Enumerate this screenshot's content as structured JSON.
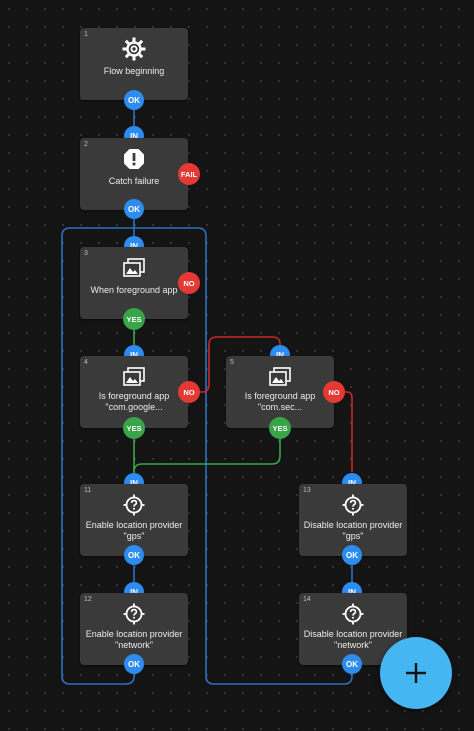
{
  "blocks": [
    {
      "num": "1",
      "label": "Flow beginning",
      "icon": "gear-icon"
    },
    {
      "num": "2",
      "label": "Catch failure",
      "icon": "alert-icon"
    },
    {
      "num": "3",
      "label": "When foreground app",
      "icon": "app-window-icon"
    },
    {
      "num": "4",
      "label": "Is foreground app \"com.google...",
      "icon": "app-window-icon"
    },
    {
      "num": "5",
      "label": "Is foreground app \"com.sec...",
      "icon": "app-window-icon"
    },
    {
      "num": "11",
      "label": "Enable location provider \"gps\"",
      "icon": "location-help-icon"
    },
    {
      "num": "12",
      "label": "Enable location provider \"network\"",
      "icon": "location-help-icon"
    },
    {
      "num": "13",
      "label": "Disable location provider \"gps\"",
      "icon": "location-help-icon"
    },
    {
      "num": "14",
      "label": "Disable location provider \"network\"",
      "icon": "location-help-icon"
    }
  ],
  "ports": {
    "in": "IN",
    "ok": "OK",
    "yes": "YES",
    "no": "NO",
    "fail": "FAIL"
  },
  "fab": {
    "icon": "plus-icon"
  },
  "colors": {
    "port_blue": "#2d8cf0",
    "port_green": "#3aa548",
    "port_red": "#e53935",
    "fab": "#45b6f2",
    "block": "#3a3a3a"
  }
}
